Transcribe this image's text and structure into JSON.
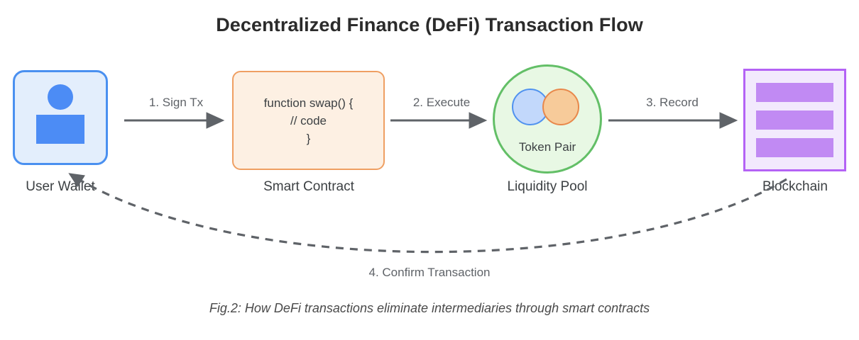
{
  "title": "Decentralized Finance (DeFi) Transaction Flow",
  "caption": "Fig.2: How DeFi transactions eliminate intermediaries through smart contracts",
  "nodes": {
    "wallet": {
      "label": "User Wallet",
      "fill": "#e3eefc",
      "stroke": "#4a90f0",
      "icon": "person-icon"
    },
    "contract": {
      "label": "Smart Contract",
      "fill": "#fdf0e3",
      "stroke": "#ef9f62",
      "code_lines": [
        "function swap() {",
        "// code",
        "}"
      ]
    },
    "pool": {
      "label": "Liquidity Pool",
      "inner_label": "Token Pair",
      "fill": "#e8f8e4",
      "stroke": "#63bf67",
      "tokens": [
        {
          "name": "token-a",
          "fill": "#c2d8fb",
          "stroke": "#5092ef"
        },
        {
          "name": "token-b",
          "fill": "#f7cb9a",
          "stroke": "#e8884b"
        }
      ]
    },
    "blockchain": {
      "label": "Blockchain",
      "fill": "#f2e9fd",
      "stroke": "#b463f5",
      "bar_fill": "#c18af3",
      "bar_count": 3
    }
  },
  "arrows": {
    "color": "#5f6368",
    "steps": [
      {
        "id": 1,
        "label": "1. Sign Tx",
        "from": "wallet",
        "to": "contract",
        "style": "solid"
      },
      {
        "id": 2,
        "label": "2. Execute",
        "from": "contract",
        "to": "pool",
        "style": "solid"
      },
      {
        "id": 3,
        "label": "3. Record",
        "from": "pool",
        "to": "blockchain",
        "style": "solid"
      },
      {
        "id": 4,
        "label": "4. Confirm Transaction",
        "from": "blockchain",
        "to": "wallet",
        "style": "dashed"
      }
    ]
  }
}
